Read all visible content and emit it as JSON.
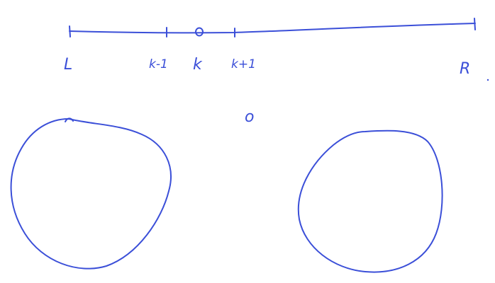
{
  "colors": {
    "ink": "#3b4fd8",
    "background": "#ffffff"
  },
  "number_line": {
    "labels": {
      "left": "L",
      "k_minus_1": "k-1",
      "k": "k",
      "k_plus_1": "k+1",
      "right": "R"
    }
  },
  "center_mark": "o"
}
